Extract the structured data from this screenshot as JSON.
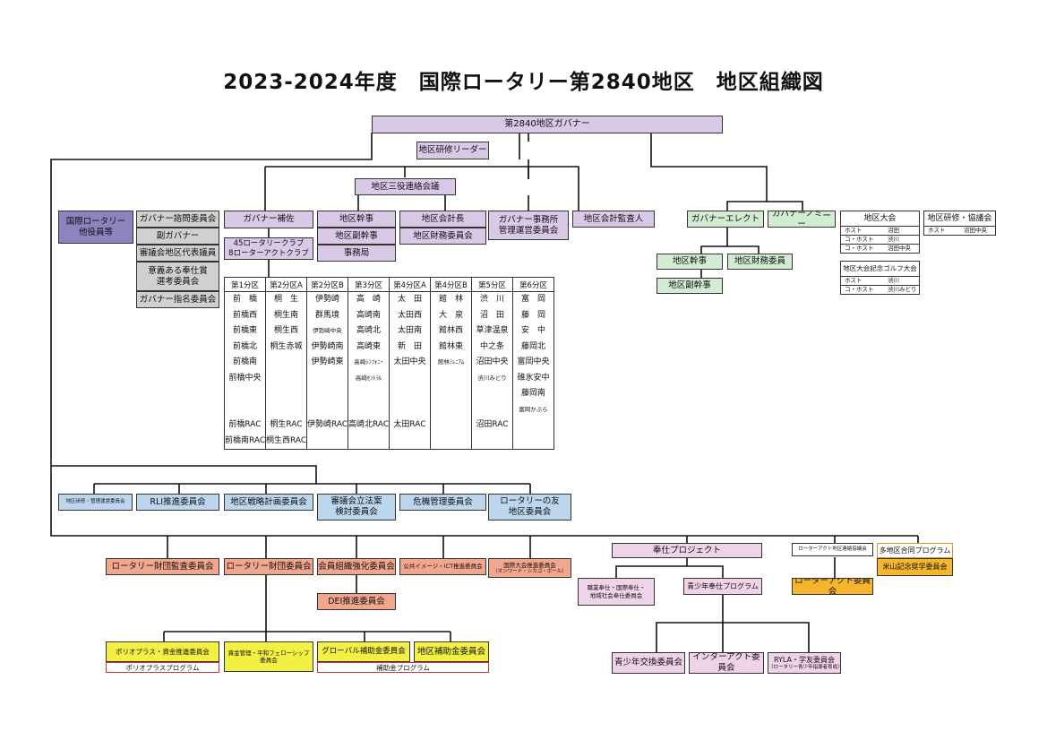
{
  "title": "2023-2024年度　国際ロータリー第2840地区　地区組織図",
  "top": {
    "governor": "第2840地区ガバナー",
    "training_leader": "地区研修リーダー",
    "three_council": "地区三役連絡会議"
  },
  "left_boxes": {
    "ri_officers": "国際ロータリー\n他役員等",
    "advisory": "ガバナー諮問委員会",
    "vice_governor": "副ガバナー",
    "council_rep": "審議会地区代表議員",
    "service_award": "意義ある奉仕賞\n選考委員会",
    "nominating": "ガバナー指名委員会"
  },
  "row2": {
    "assistant_gov": "ガバナー補佐",
    "district_secretary": "地区幹事",
    "district_vice_secretary": "地区副幹事",
    "secretariat": "事務局",
    "district_treasurer": "地区会計長",
    "finance_committee": "地区財務委員会",
    "gov_office": "ガバナー事務所\n管理運営委員会",
    "auditor": "地区会計監査人"
  },
  "clubs_label": "45ロータリークラブ\n8ローターアクトクラブ",
  "districts": [
    {
      "name": "第1分区",
      "clubs": [
        "前　橋",
        "前橋西",
        "前橋東",
        "前橋北",
        "前橋南",
        "前橋中央"
      ],
      "racs": [
        "前橋RAC",
        "前橋南RAC"
      ]
    },
    {
      "name": "第2分区A",
      "clubs": [
        "桐　生",
        "桐生南",
        "桐生西",
        "桐生赤城"
      ],
      "racs": [
        "桐生RAC",
        "桐生西RAC"
      ]
    },
    {
      "name": "第2分区B",
      "clubs": [
        "伊勢崎",
        "群馬境",
        "伊勢崎中央",
        "伊勢崎南",
        "伊勢崎東"
      ],
      "racs": [
        "伊勢崎RAC"
      ]
    },
    {
      "name": "第3分区",
      "clubs": [
        "高　崎",
        "高崎南",
        "高崎北",
        "高崎東",
        "高崎ｼﾝﾌｫﾆｰ",
        "高崎ｾﾝﾄﾗﾙ"
      ],
      "racs": [
        "高崎北RAC"
      ]
    },
    {
      "name": "第4分区A",
      "clubs": [
        "太　田",
        "太田西",
        "太田南",
        "新　田",
        "太田中央"
      ],
      "racs": [
        "太田RAC"
      ]
    },
    {
      "name": "第4分区B",
      "clubs": [
        "館　林",
        "大　泉",
        "館林西",
        "館林東",
        "館林ﾐﾚﾆｱﾑ"
      ],
      "racs": []
    },
    {
      "name": "第5分区",
      "clubs": [
        "渋　川",
        "沼　田",
        "草津温泉",
        "中之条",
        "沼田中央",
        "渋川みどり"
      ],
      "racs": [
        "沼田RAC"
      ]
    },
    {
      "name": "第6分区",
      "clubs": [
        "富　岡",
        "藤　岡",
        "安　中",
        "藤岡北",
        "富岡中央",
        "碓氷安中",
        "藤岡南",
        "富岡かぶら"
      ],
      "racs": []
    }
  ],
  "elect": {
    "governor_elect": "ガバナーエレクト",
    "governor_nominee": "ガバナーノミニー",
    "secretary": "地区幹事",
    "finance": "地区財務委員",
    "vice_secretary": "地区副幹事"
  },
  "conference": {
    "title": "地区大会",
    "rows": [
      [
        "ホスト",
        "沼田"
      ],
      [
        "コ・ホスト",
        "渋川"
      ],
      [
        "コ・ホスト",
        "沼田中央"
      ]
    ]
  },
  "training_assembly": {
    "title": "地区研修・協議会",
    "rows": [
      [
        "ホスト",
        "沼田中央"
      ]
    ]
  },
  "golf": {
    "title": "地区大会記念ゴルフ大会",
    "rows": [
      [
        "ホスト",
        "渋川"
      ],
      [
        "コ・ホスト",
        "渋川みどり"
      ]
    ]
  },
  "committees_row": {
    "training_mgmt": "地区研修・管理運営委員会",
    "rli": "RLI推進委員会",
    "strategic": "地区戦略計画委員会",
    "legislation": "審議会立法案\n検討委員会",
    "crisis": "危機管理委員会",
    "friends": "ロータリーの友\n地区委員会"
  },
  "bottom": {
    "foundation_audit": "ロータリー財団監査委員会",
    "foundation": "ロータリー財団委員会",
    "membership": "会員組織強化委員会",
    "public_image": "公共イメージ・ICT推進委員会",
    "convention": "国際大会推進委員会",
    "convention_sub": "（オンワード・シカゴ・ボール）",
    "dei": "DEI推進委員会",
    "polio": "ポリオプラス・資金推進委員会",
    "polio_note": "ポリオプラスプログラム",
    "fund_peace": "資金管理・平和フェローシップ\n委員会",
    "global_grant": "グローバル補助金委員会",
    "district_grant": "地区補助金委員会",
    "grant_note": "補助金プログラム",
    "service_project": "奉仕プロジェクト",
    "vocational": "職業奉仕・国際奉仕・\n地域社会奉仕委員会",
    "youth_program": "青少年奉仕プログラム",
    "youth_exchange": "青少年交換委員会",
    "interact": "インターアクト委員会",
    "ryla": "RYLA・学友委員会",
    "ryla_sub": "（ロータリー青少年指導者育成）",
    "rotaract_council": "ローターアクト地区連絡協議会",
    "rotaract": "ローターアクト委員会",
    "multi_district": "多地区合同プログラム",
    "yoneyama": "米山記念奨学委員会"
  }
}
